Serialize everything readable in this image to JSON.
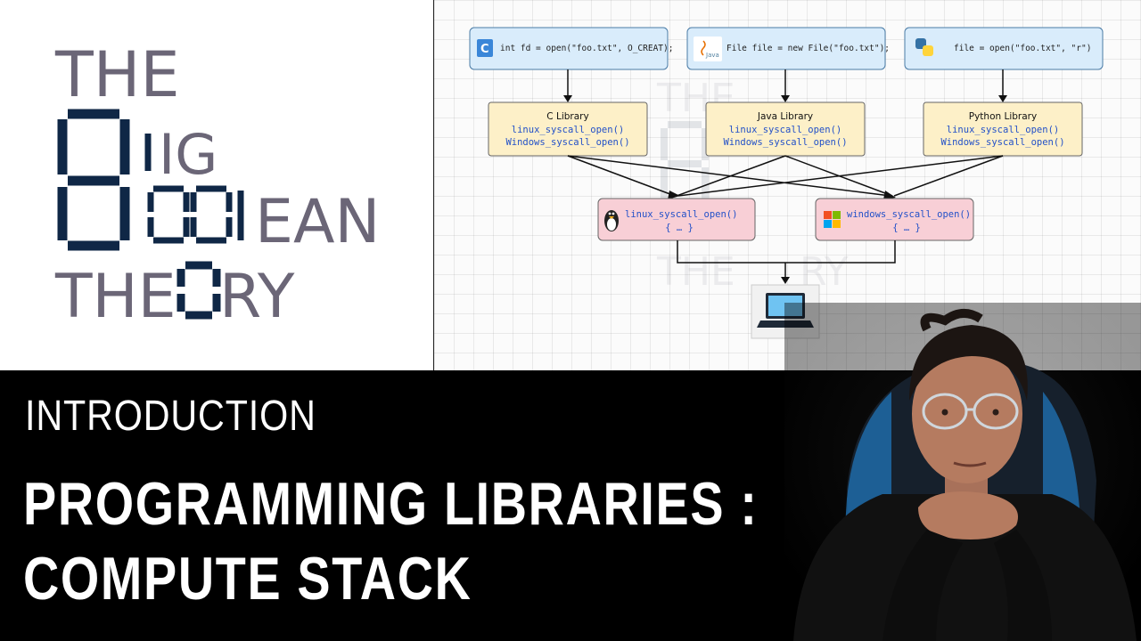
{
  "logo": {
    "line1": "THE",
    "line2_suffix": "IG",
    "line3_suffix": "EAN",
    "line3_digits": "001",
    "line4_prefix": "THE",
    "line4_suffix": "RY"
  },
  "diagram": {
    "sources": [
      {
        "icon": "c-language-icon",
        "code": "int fd = open(\"foo.txt\", O_CREAT);"
      },
      {
        "icon": "java-icon",
        "code": "File file = new File(\"foo.txt\");"
      },
      {
        "icon": "python-icon",
        "code": "file = open(\"foo.txt\", \"r\")"
      }
    ],
    "libraries": [
      {
        "title": "C Library",
        "fn1": "linux_syscall_open()",
        "fn2": "Windows_syscall_open()"
      },
      {
        "title": "Java Library",
        "fn1": "linux_syscall_open()",
        "fn2": "Windows_syscall_open()"
      },
      {
        "title": "Python Library",
        "fn1": "linux_syscall_open()",
        "fn2": "Windows_syscall_open()"
      }
    ],
    "syscalls": [
      {
        "icon": "linux-tux-icon",
        "name": "linux_syscall_open()",
        "body": "{ … }"
      },
      {
        "icon": "windows-icon",
        "name": "windows_syscall_open()",
        "body": "{ … }"
      }
    ],
    "target_icon": "laptop-icon"
  },
  "caption": {
    "intro": "INTRODUCTION",
    "title_line1": "PROGRAMMING LIBRARIES :",
    "title_line2": "COMPUTE STACK"
  },
  "colors": {
    "source_box": "#d9ecfb",
    "library_box": "#fdf0c8",
    "syscall_box": "#f8cfd6",
    "logo_gray": "#6b6677",
    "logo_navy": "#0f2746"
  }
}
